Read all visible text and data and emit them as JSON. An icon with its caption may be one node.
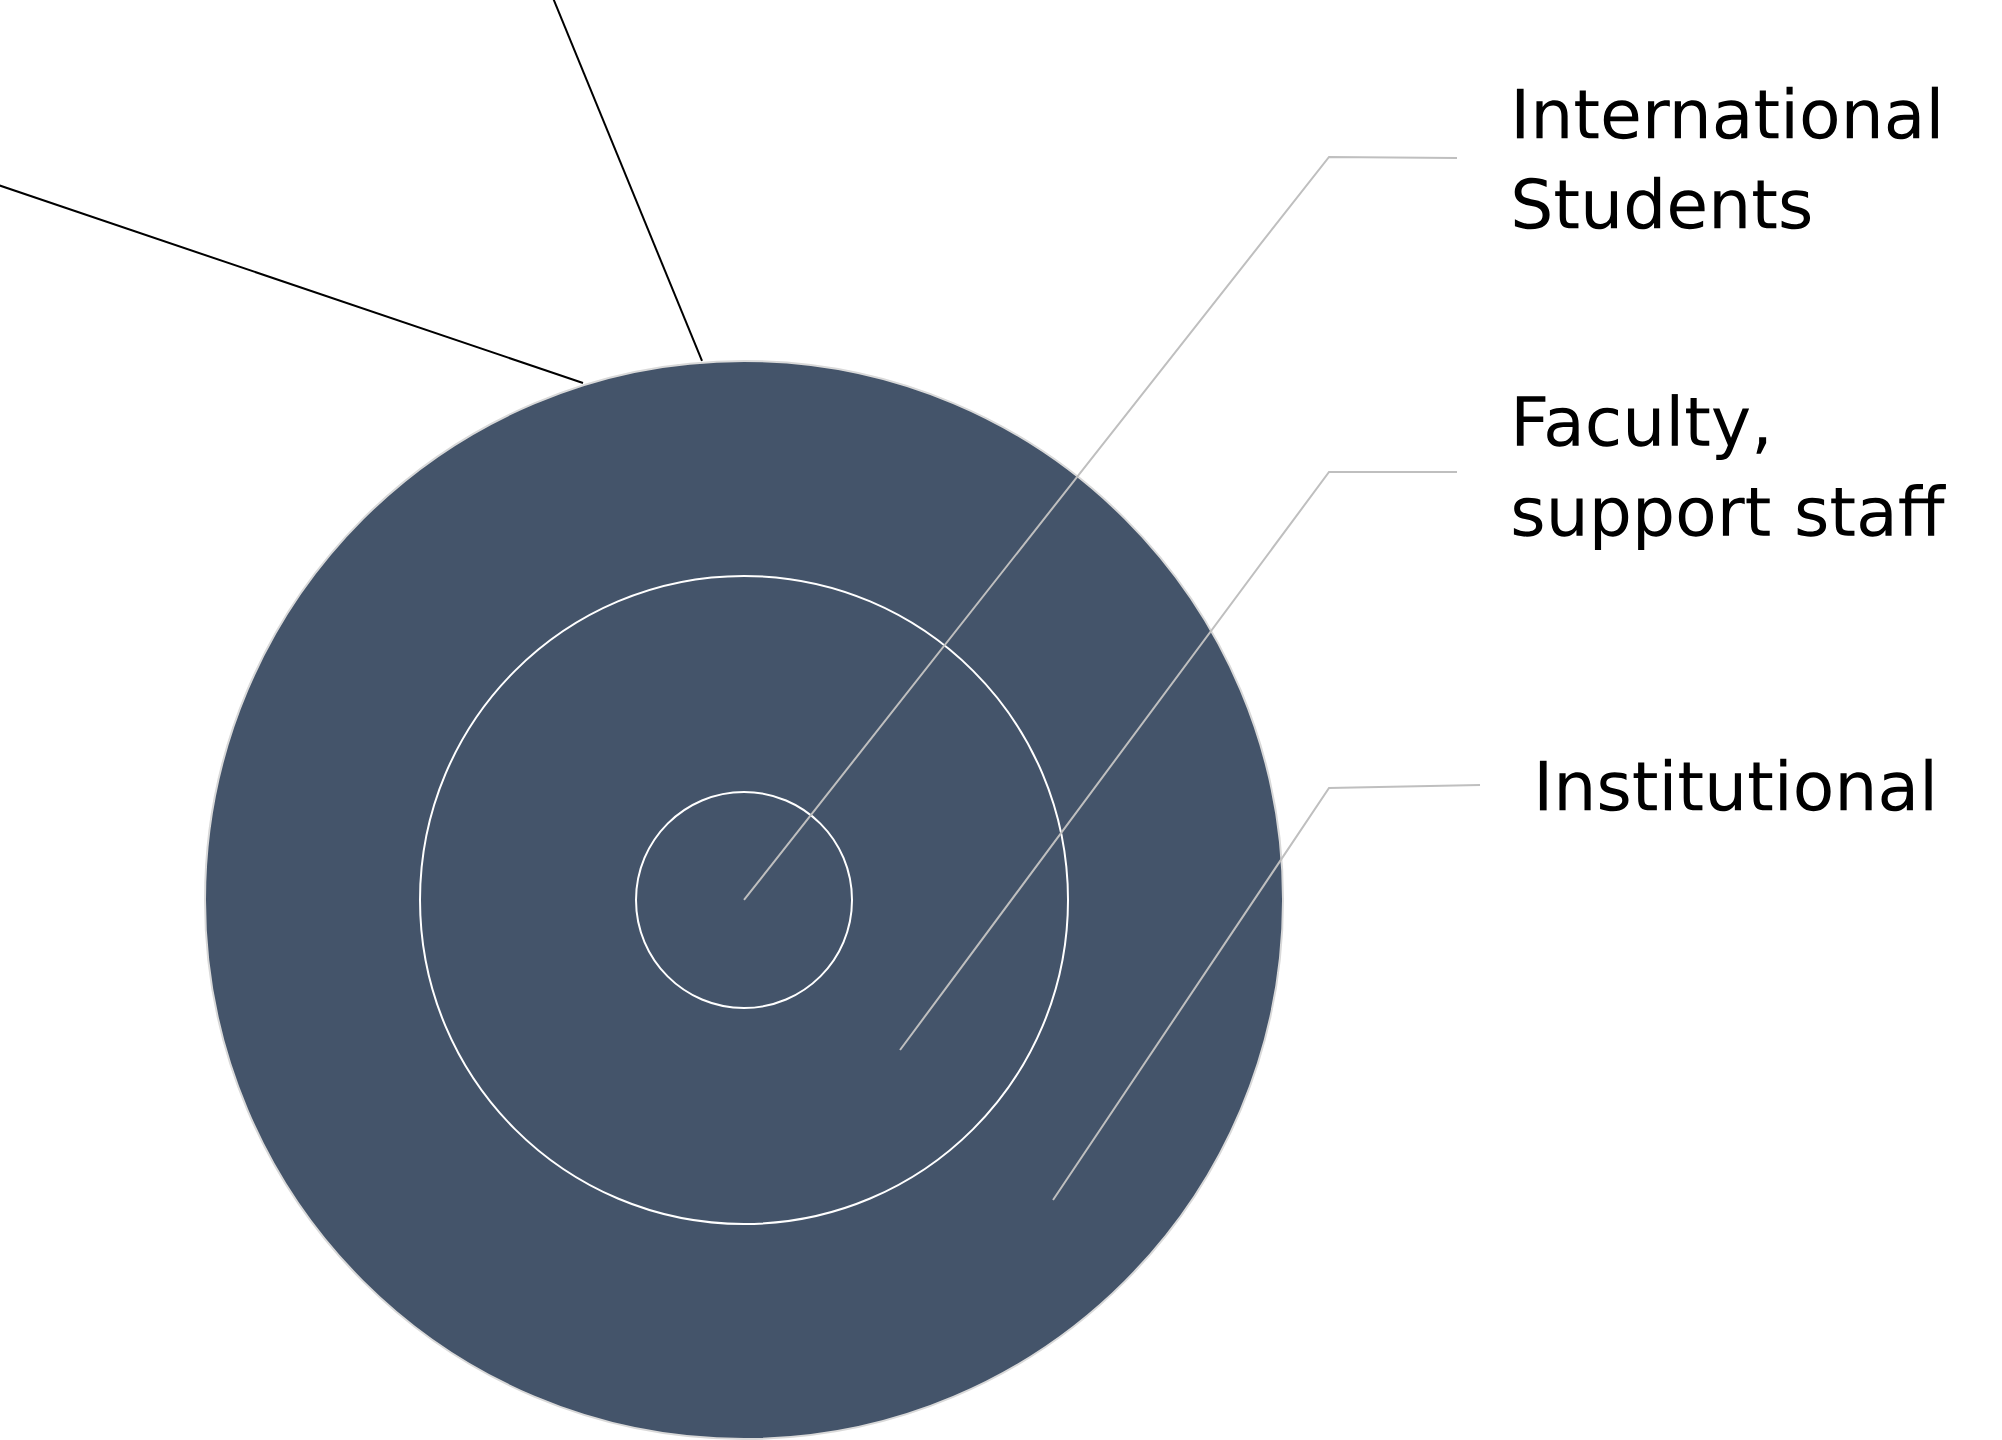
{
  "diagram": {
    "nodes": [
      {
        "text": [
          "International Students"
        ]
      },
      {
        "text": [
          "Faculty, support staff"
        ]
      },
      {
        "text": [
          "Institutional"
        ]
      },
      {
        "text": [],
        "shape": "circle"
      },
      {
        "text": [],
        "shape": "circle",
        "in": 3
      },
      {
        "text": [],
        "shape": "circle",
        "in": 4
      }
    ],
    "edges": [
      {
        "from": 0,
        "to": 5,
        "arrow": "none"
      },
      {
        "from": 1,
        "to": 4,
        "arrow": "none"
      },
      {
        "from": 2,
        "to": 3,
        "arrow": "none"
      },
      {
        "from": null,
        "to": 3,
        "arrow": "none",
        "color": "#000000"
      },
      {
        "from": null,
        "to": 3,
        "arrow": "none",
        "color": "#000000"
      }
    ]
  }
}
